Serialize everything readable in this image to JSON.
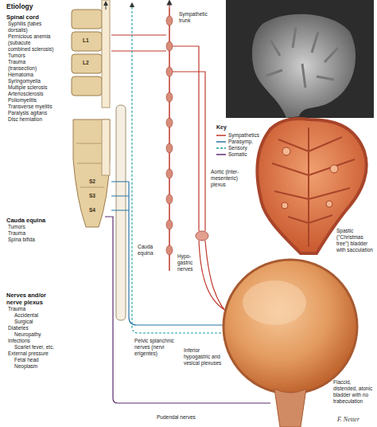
{
  "diagram": {
    "title": "Etiology",
    "labels": [
      "Spinal cord",
      "Syphilis (tabes dorsalis)",
      "Pernicious anemia (subacute combined sclerosis)",
      "Tumors",
      "Trauma (transection)",
      "Hematoma",
      "Syringomyelia",
      "Multiple sclerosis",
      "Arteriosclerosis",
      "Poliomyelitis",
      "Transverse myelitis",
      "Paralysis agitans",
      "Disc herniation",
      "Cauda equina",
      "Tumors",
      "Trauma",
      "Spina bifida",
      "Nerves and/or nerve plexus",
      "Trauma",
      "Accidental",
      "Surgical",
      "Diabetes",
      "Neuropathy",
      "Infections",
      "Scarlet fever, etc.",
      "External pressure",
      "Fetal head",
      "Neoplasm",
      "L1",
      "L2",
      "S2",
      "S3",
      "S4",
      "Sympathetic trunk",
      "Key",
      "Aortic (inter-mesenteric) plexus",
      "Spastic (\"Christmas tree\") bladder with sacculation",
      "Cauda equina",
      "Hypo-gastric nerves",
      "Pelvic splanchnic nerves (nervi erigentes)",
      "Inferior hypogastric and vesical plexuses",
      "Flaccid, distended, atonic bladder with no trabeculation",
      "Pudendal nerves",
      "F. Netter"
    ],
    "legend": [
      {
        "text": "Sympathetics"
      },
      {
        "text": "Parasymp."
      },
      {
        "text": "Sensory"
      },
      {
        "text": "Somatic"
      }
    ]
  }
}
